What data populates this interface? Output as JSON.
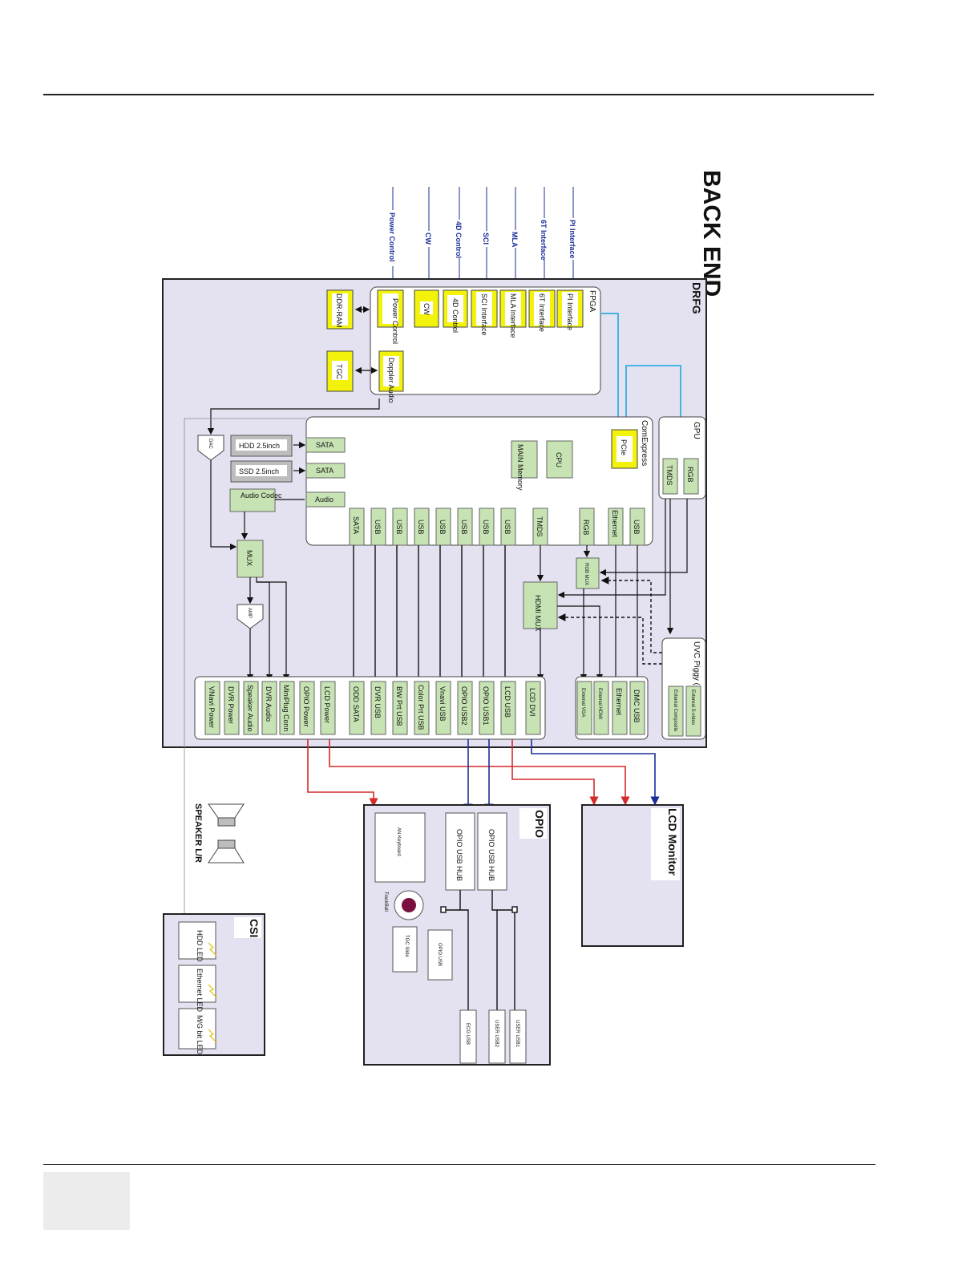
{
  "title": "BACK END",
  "blocks": {
    "drfg": "DRFG",
    "fpga": "FPGA",
    "comexpress": "ComExpress",
    "gpu": "GPU",
    "uvc": "UVC Piggy (option)",
    "opio": "OPIO",
    "lcd_monitor": "LCD Monitor",
    "csi": "CSI",
    "speaker": "SPEAKER L/R"
  },
  "external_signals": [
    "Power Control",
    "CW",
    "4D Control",
    "SCI",
    "MLA",
    "6T Interface",
    "PI Interface"
  ],
  "fpga_modules": [
    "Power Control",
    "CW",
    "4D Control",
    "SCI Interface",
    "MLA Interface",
    "6T Interface",
    "PI Interface",
    "Doppler Audio"
  ],
  "side_modules": [
    "DDR-RAM",
    "TGC"
  ],
  "comexpress_items": {
    "pcie": "PCIe",
    "cpu": "CPU",
    "main_memory": "MAIN Memory",
    "sata1": "SATA",
    "sata2": "SATA",
    "audio": "Audio",
    "ports": [
      "SATA",
      "USB",
      "USB",
      "USB",
      "USB",
      "USB",
      "USB",
      "USB",
      "TMDS",
      "RGB",
      "Ethernet",
      "USB"
    ]
  },
  "storage": [
    "HDD 2.5inch",
    "SSD 2.5inch"
  ],
  "audio_chain": {
    "dac": "DAC",
    "codec": "Audio Codec",
    "mux": "MUX",
    "amp": "AMP"
  },
  "gpu_ports": [
    "TMDS",
    "RGB"
  ],
  "muxes": {
    "rgb_mux": "RGB MUX",
    "hdmi_mux": "HDMI MUX"
  },
  "uvc_outputs": [
    "External Composite",
    "External S-video"
  ],
  "connectors": [
    "VNavi Power",
    "DVR Power",
    "Speaker Audio",
    "DVR Audio",
    "MiniPlug Conn",
    "OPIO Power",
    "LCD Power",
    "ODD SATA",
    "DVR USB",
    "BW Prt USB",
    "Color Prt USB",
    "Vnavi USB",
    "OPIO USB2",
    "OPIO USB1",
    "LCD USB",
    "LCD DVI"
  ],
  "ext_connectors": [
    "External VGA",
    "External HDMI",
    "Ethernet",
    "DMC USB"
  ],
  "opio_items": {
    "hub1": "OPIO USB HUB",
    "hub2": "OPIO USB HUB",
    "keyboard": "AN Keyboard",
    "trackball": "TrackBall",
    "tgc_slide": "TGC Slide",
    "opio_usb": "OPIO USB",
    "ports": [
      "ECG USB",
      "USER USB2",
      "USER USB1"
    ]
  },
  "csi_leds": [
    "HDD LED",
    "Ethernet LED",
    "M/G bit LED"
  ],
  "colors": {
    "yellow": "#f2f20a",
    "green": "#c7e3b4",
    "panel": "#e4e1f0",
    "blue": "#1c2f9a",
    "red": "#d42a2a",
    "cyan": "#46b4e0"
  }
}
